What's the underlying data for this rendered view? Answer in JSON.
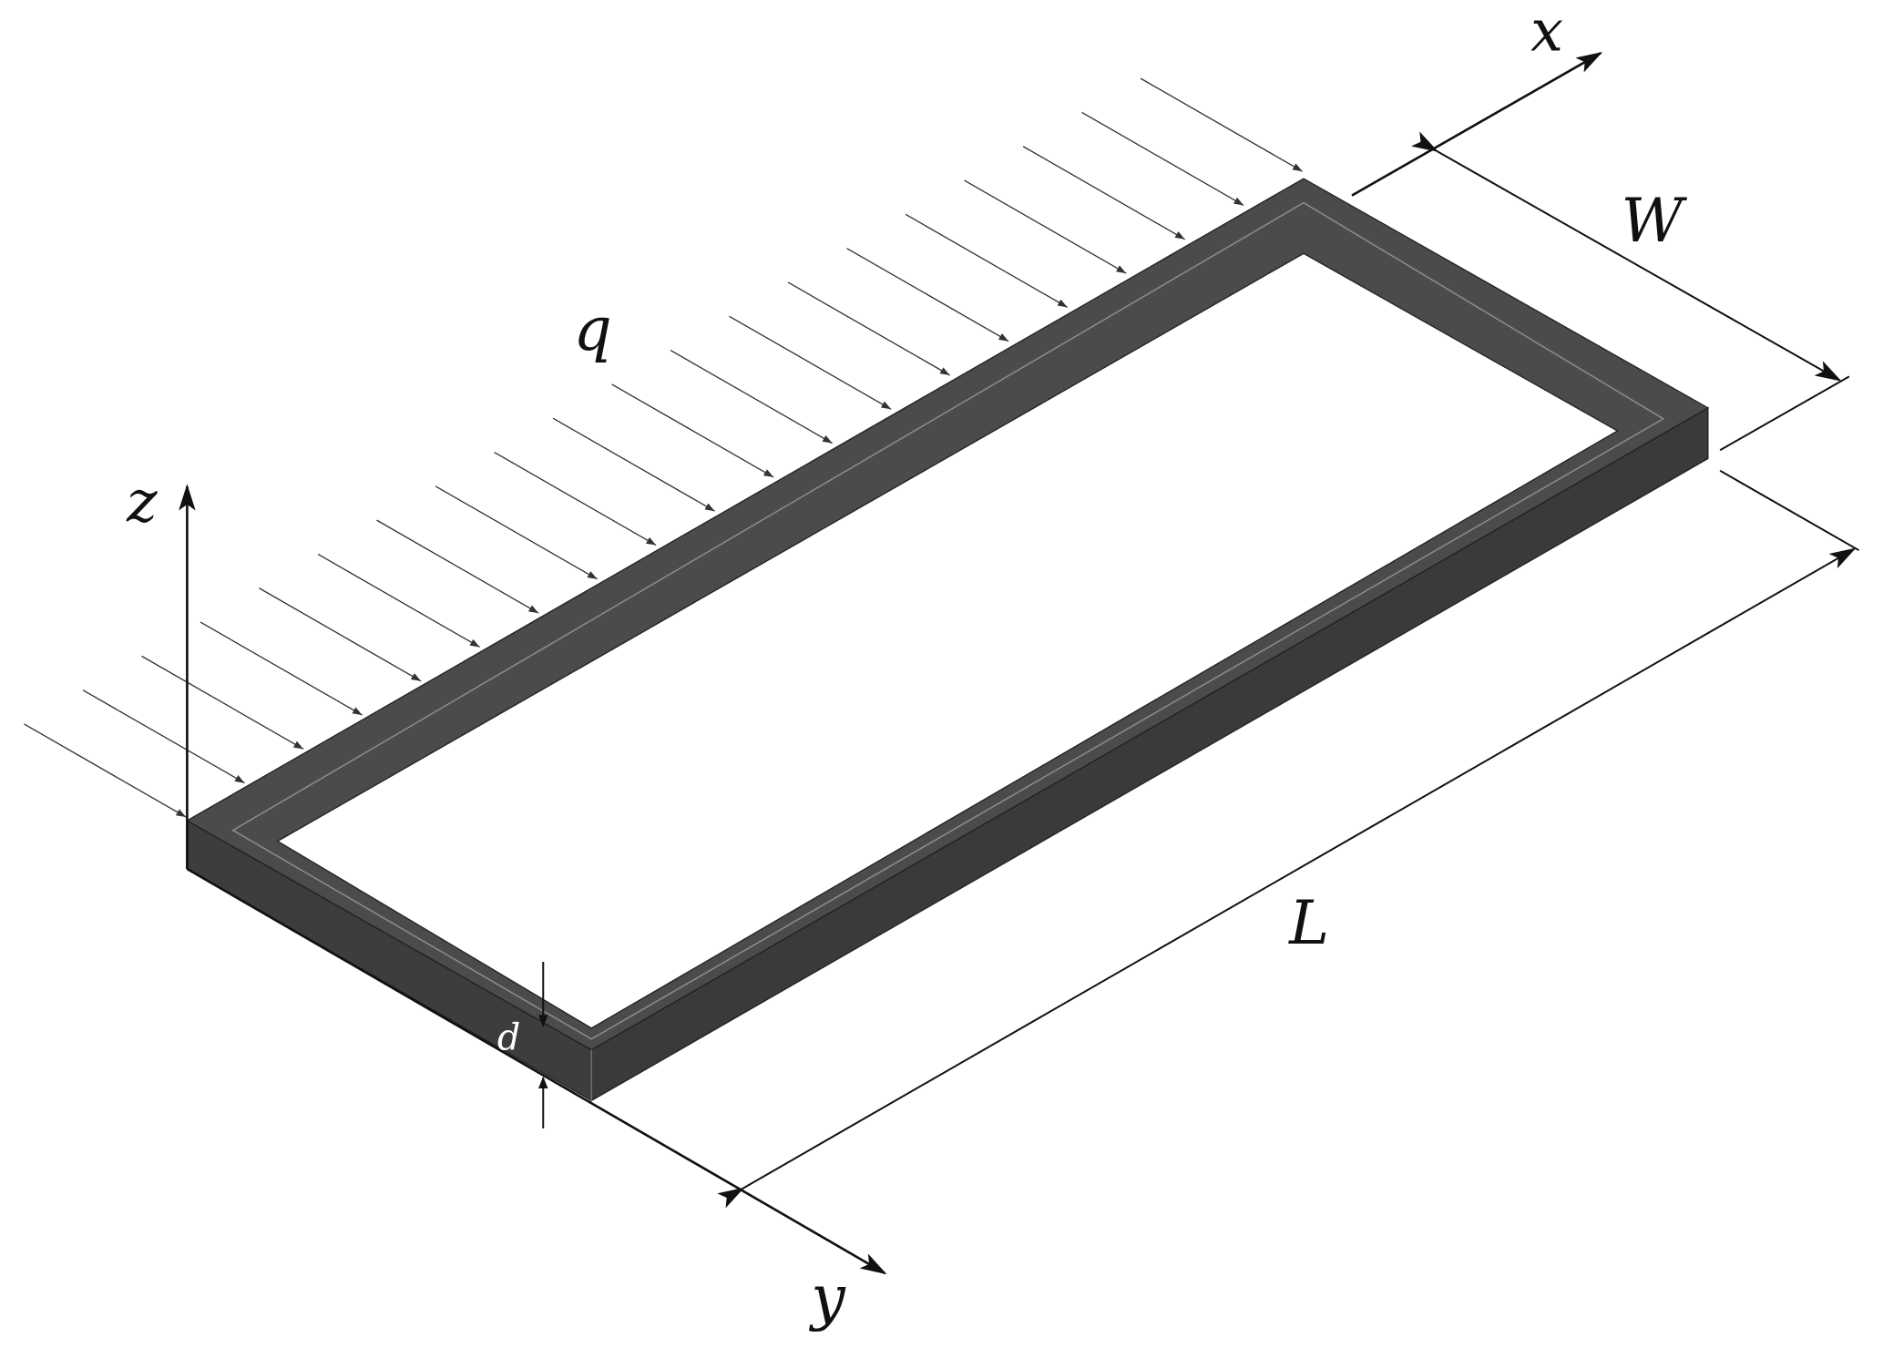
{
  "labels": {
    "x_axis": "x",
    "y_axis": "y",
    "z_axis": "z",
    "load": "q",
    "width": "W",
    "length": "L",
    "thickness": "d"
  },
  "load_arrow_count": 20,
  "colors": {
    "frame_top": "#4a4a4a",
    "frame_side": "#3a3a3a",
    "frame_edge": "#8a8a8a",
    "lines": "#111111"
  }
}
